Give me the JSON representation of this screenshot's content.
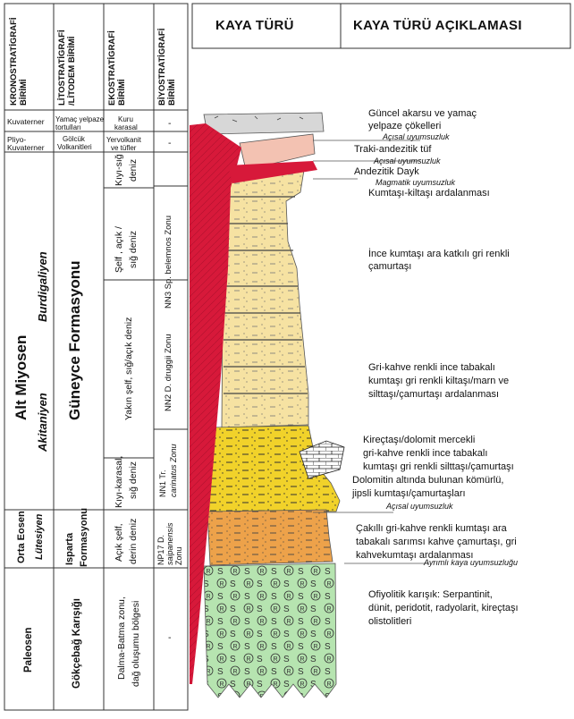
{
  "headers": {
    "kronostratigrafi": "KRONOSTRATİGRAFİ BİRİMİ",
    "litostratigrafi": "LİTOSTRATİGRAFİ /LİTODEM BİRİMİ",
    "ekostratigrafi": "EKOSTRATİGRAFİ BİRİMİ",
    "biyostratigrafi": "BİYOSTRATİGRAFİ BİRİMİ",
    "kaya_turu": "KAYA TÜRÜ",
    "kaya_turu_aciklamasi": "KAYA TÜRÜ AÇIKLAMASI"
  },
  "krono": {
    "kuvaterner1": "Kuvaterner",
    "pliyo": "Pliyo-",
    "kuvaterner2": "Kuvaterner",
    "alt_miyosen": "Alt Miyosen",
    "burdigaliyen": "Burdigaliyen",
    "akitaniyen": "Akitaniyen",
    "orta_eosen": "Orta Eosen",
    "lutesiyen": "Lütesiyen",
    "paleosen": "Paleosen"
  },
  "lito": {
    "yamac1": "Yamaç yelpaze",
    "yamac2": "tortulları",
    "golcuk1": "Gölcük",
    "golcuk2": "Volkanitleri",
    "guneyce": "Güneyce Formasyonu",
    "isparta1": "Isparta",
    "isparta2": "Formasyonu",
    "gokcebag": "Gökçebağ Karışığı"
  },
  "eko": {
    "kuru1": "Kuru",
    "kuru2": "karasal",
    "yervolk1": "Yervolkanit",
    "yervolk2": "ve tüfler",
    "kiyi_sig1": "Kıyı-sığ",
    "kiyi_sig2": "deniz",
    "self_acik1": "Şelf , açık /",
    "self_acik2": "sığ deniz",
    "yakin_self": "Yakın şelf, sığ/açık deniz",
    "kiyi_karasal1": "Kıyı-karasal,",
    "kiyi_karasal2": "sığ deniz",
    "acik_self1": "Açık şelf,",
    "acik_self2": "derin deniz",
    "dalma1": "Dalma-Batma zonu,",
    "dalma2": "dağ oluşumu bölgesi"
  },
  "biyo": {
    "dash1": "-",
    "dash2": "-",
    "nn3": "NN3 Sp. belemnos Zonu",
    "nn2": "NN2 D. druggii Zonu",
    "nn1a": "NN1 Tr.",
    "nn1b": "carinatus Zonu",
    "np17a": "NP17 D.",
    "np17b": "saipanensis",
    "np17c": "Zonu",
    "dash3": "-"
  },
  "descriptions": {
    "guncel1": "Güncel akarsu ve yamaç",
    "guncel2": "yelpaze çökelleri",
    "traki": "Traki-andezitik tüf",
    "andezitik": "Andezitik Dayk",
    "kumtasi_kiltasi": "Kumtaşı-kiltaşı ardalanması",
    "ince1": "İnce kumtaşı ara katkılı gri renkli",
    "ince2": "çamurtaşı",
    "grikahve1": "Gri-kahve renkli ince tabakalı",
    "grikahve2": "kumtaşı gri renkli kiltaşı/marn ve",
    "grikahve3": "silttaşı/çamurtaşı ardalanması",
    "kirec1": "Kireçtaşı/dolomit mercekli",
    "kirec2": "gri-kahve renkli ince tabakalı",
    "kirec3": "kumtaşı gri renkli silttaşı/çamurtaşı",
    "kirec4": "Dolomitin altında bulunan kömürlü,",
    "kirec5": "jipsli kumtaşı/çamurtaşları",
    "cakilli1": "Çakıllı gri-kahve renkli kumtaşı ara",
    "cakilli2": "tabakalı sarımsı kahve çamurtaşı, gri",
    "cakilli3": "kahvekumtaşı ardalanması",
    "ofiyolit1": "Ofiyolitik karışık: Serpantinit,",
    "ofiyolit2": "dünit, peridotit, radyolarit, kireçtaşı",
    "ofiyolit3": "olistolitleri"
  },
  "unconformities": {
    "u1": "Açısal uyumsuzluk",
    "u2": "Açısal uyumsuzluk",
    "u3": "Magmatik uyumsuzluk",
    "u4": "Açısal uyumsuzluk",
    "u5": "Ayrımlı kaya uyumsuzluğu"
  },
  "colors": {
    "dyke_red": "#d7193a",
    "sandstone": "#f6e2a2",
    "yellow_sand": "#f1d22a",
    "orange": "#eda24a",
    "tuff_pink": "#f3c2b2",
    "alluvium_gray": "#d7d7d7",
    "ophiolite_green": "#b6e4b0"
  }
}
